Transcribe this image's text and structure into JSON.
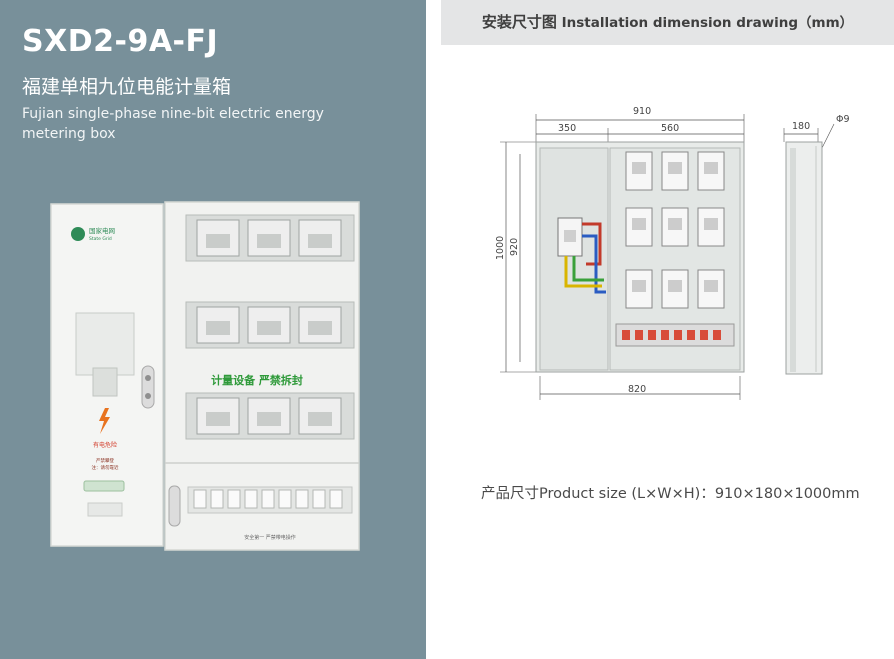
{
  "left": {
    "model": "SXD2-9A-FJ",
    "title_cn": "福建单相九位电能计量箱",
    "title_en": "Fujian single-phase nine-bit electric energy metering box",
    "photo": {
      "logo_cn": "国家电网",
      "logo_en": "State Grid",
      "warning_text": "有电危险",
      "note_lines": [
        "严禁攀登",
        "注：请勿靠近"
      ],
      "center_label": "计量设备 严禁拆封",
      "bottom_label": "安全第一 严禁带电操作"
    }
  },
  "right": {
    "header_cn": "安装尺寸图",
    "header_en": "Installation dimension drawing（mm）",
    "dimensions": {
      "width_total": "910",
      "width_left": "350",
      "width_right": "560",
      "depth": "180",
      "hole": "Φ9",
      "height_outer": "1000",
      "height_inner": "920",
      "bottom_width": "820"
    },
    "product_size": "产品尺寸Product size (L×W×H)：910×180×1000mm"
  },
  "colors": {
    "left_panel": "#78909a",
    "header_bg": "#e4e5e6",
    "logo_green": "#2e8b57",
    "label_green": "#2f9a3a",
    "warning_orange": "#e8731f"
  }
}
